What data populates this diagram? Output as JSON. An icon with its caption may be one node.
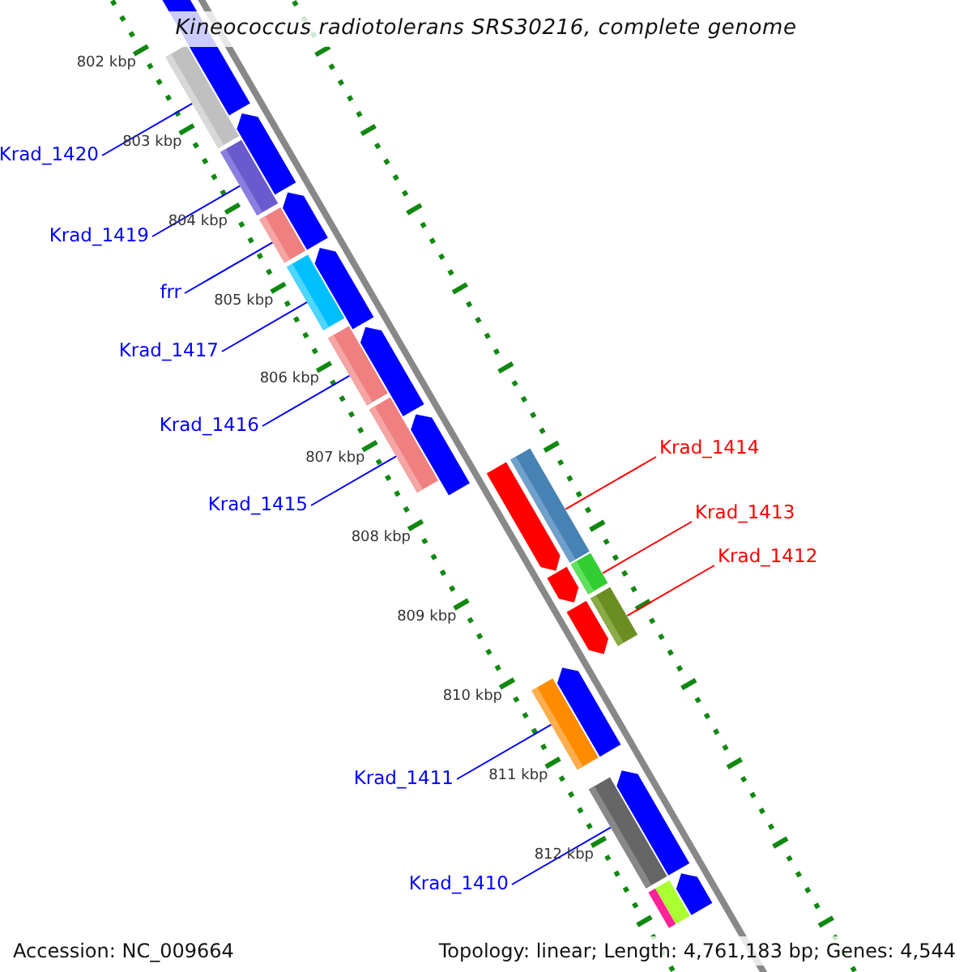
{
  "diagram": {
    "title": "Kineococcus radiotolerans SRS30216, complete genome",
    "nodes": [
      {
        "text": [
          "Krad_1420"
        ]
      },
      {
        "text": [
          "Krad_1419"
        ]
      },
      {
        "text": [
          "frr"
        ]
      },
      {
        "text": [
          "Krad_1417"
        ]
      },
      {
        "text": [
          "Krad_1416"
        ]
      },
      {
        "text": [
          "Krad_1414"
        ]
      },
      {
        "text": [
          "Krad_1415"
        ]
      },
      {
        "text": [
          "Krad_1413"
        ]
      },
      {
        "text": [
          "Krad_1412"
        ]
      },
      {
        "text": [
          "Krad_1411"
        ]
      },
      {
        "text": [
          "Krad_1410"
        ]
      },
      {
        "text": [],
        "shape": "bar"
      },
      {
        "text": [],
        "shape": "bar"
      },
      {
        "text": [],
        "shape": "bar"
      },
      {
        "text": [],
        "shape": "bar"
      },
      {
        "text": [],
        "shape": "bar"
      },
      {
        "text": [],
        "shape": "bar"
      },
      {
        "text": [],
        "shape": "bar"
      },
      {
        "text": [],
        "shape": "bar"
      },
      {
        "text": [],
        "shape": "bar"
      },
      {
        "text": [],
        "shape": "bar"
      },
      {
        "text": [],
        "shape": "bar"
      },
      {
        "text": [],
        "shape": "bar"
      },
      {
        "text": [],
        "shape": "bar"
      },
      {
        "text": [],
        "shape": "bar"
      },
      {
        "text": [],
        "shape": "bar"
      },
      {
        "text": [],
        "shape": "bar"
      },
      {
        "text": [],
        "shape": "bar"
      },
      {
        "text": [],
        "shape": "bar"
      },
      {
        "text": [],
        "shape": "bar"
      },
      {
        "text": [],
        "shape": "bar"
      },
      {
        "text": [],
        "shape": "bar"
      },
      {
        "text": [],
        "shape": "bar"
      },
      {
        "text": [],
        "shape": "bar"
      },
      {
        "text": [],
        "shape": "bar"
      },
      {
        "text": [],
        "shape": "bar"
      }
    ],
    "edges": [
      {
        "from": 0,
        "to": 11,
        "arrow": "none"
      },
      {
        "from": 1,
        "to": 12,
        "arrow": "none"
      },
      {
        "from": 2,
        "to": 13,
        "arrow": "none"
      },
      {
        "from": 3,
        "to": 14,
        "arrow": "none"
      },
      {
        "from": 4,
        "to": 15,
        "arrow": "none"
      },
      {
        "from": 5,
        "to": 17,
        "arrow": "none",
        "color": "#ff0000"
      },
      {
        "from": 6,
        "to": 16,
        "arrow": "none"
      },
      {
        "from": 7,
        "to": 18,
        "arrow": "none",
        "color": "#ff0000"
      },
      {
        "from": 8,
        "to": 19,
        "arrow": "none",
        "color": "#ff0000"
      },
      {
        "from": 9,
        "to": 20,
        "arrow": "none"
      },
      {
        "from": 10,
        "to": 21,
        "arrow": "none"
      }
    ],
    "labels": [
      "802 kbp",
      "803 kbp",
      "804 kbp",
      "805 kbp",
      "806 kbp",
      "807 kbp",
      "808 kbp",
      "809 kbp",
      "810 kbp",
      "811 kbp",
      "812 kbp",
      "Accession: NC_009664",
      "Topology: linear; Length: 4,761,183 bp; Genes: 4,544"
    ]
  }
}
